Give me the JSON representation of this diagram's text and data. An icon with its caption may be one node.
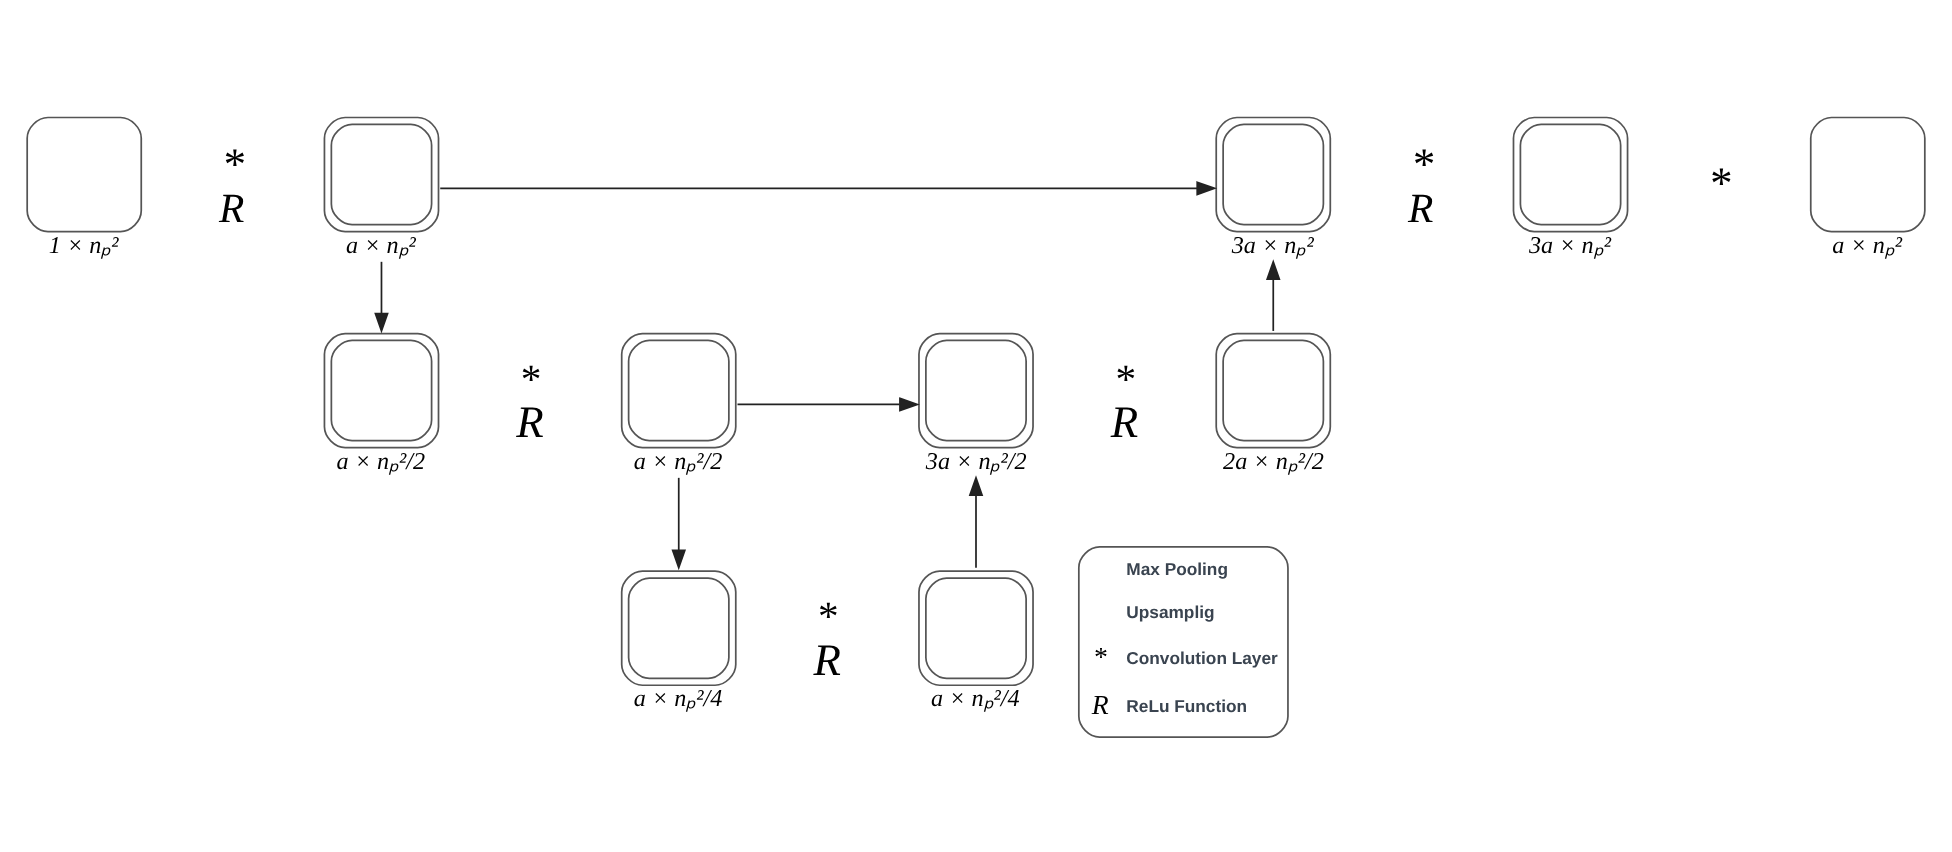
{
  "diagram": {
    "nodes": [
      {
        "text": [],
        "shape": "box",
        "beside": [
          "1 × nₚ²"
        ]
      },
      {
        "text": [],
        "shape": "box",
        "beside": [
          "a × nₚ²"
        ]
      },
      {
        "text": [],
        "shape": "box",
        "beside": [
          "3a × nₚ²"
        ]
      },
      {
        "text": [],
        "shape": "box",
        "beside": [
          "3a × nₚ²"
        ]
      },
      {
        "text": [],
        "shape": "box",
        "beside": [
          "a × nₚ²"
        ]
      },
      {
        "text": [],
        "shape": "box",
        "beside": [
          "a × nₚ²/2"
        ]
      },
      {
        "text": [],
        "shape": "box",
        "beside": [
          "a × nₚ²/2"
        ]
      },
      {
        "text": [],
        "shape": "box",
        "beside": [
          "3a × nₚ²/2"
        ]
      },
      {
        "text": [],
        "shape": "box",
        "beside": [
          "2a × nₚ²/2"
        ]
      },
      {
        "text": [],
        "shape": "box",
        "beside": [
          "a × nₚ²/4"
        ]
      },
      {
        "text": [],
        "shape": "box",
        "beside": [
          "a × nₚ²/4"
        ]
      }
    ],
    "edges": [
      {
        "from": 1,
        "to": 2,
        "arrow": "to"
      },
      {
        "from": 1,
        "to": 5,
        "arrow": "to"
      },
      {
        "from": 6,
        "to": 7,
        "arrow": "to"
      },
      {
        "from": 6,
        "to": 9,
        "arrow": "to"
      },
      {
        "from": 10,
        "to": 7,
        "arrow": "to"
      },
      {
        "from": 8,
        "to": 2,
        "arrow": "to"
      }
    ],
    "labels": [
      "*",
      "R",
      "*",
      "R",
      "*",
      "*",
      "R",
      "*",
      "R",
      "*",
      "R",
      "*",
      "R"
    ],
    "legend": [
      {
        "text": "Max Pooling"
      },
      {
        "text": "Upsamplig"
      },
      {
        "text": "Convolution Layer"
      },
      {
        "text": "ReLu Function"
      }
    ]
  }
}
